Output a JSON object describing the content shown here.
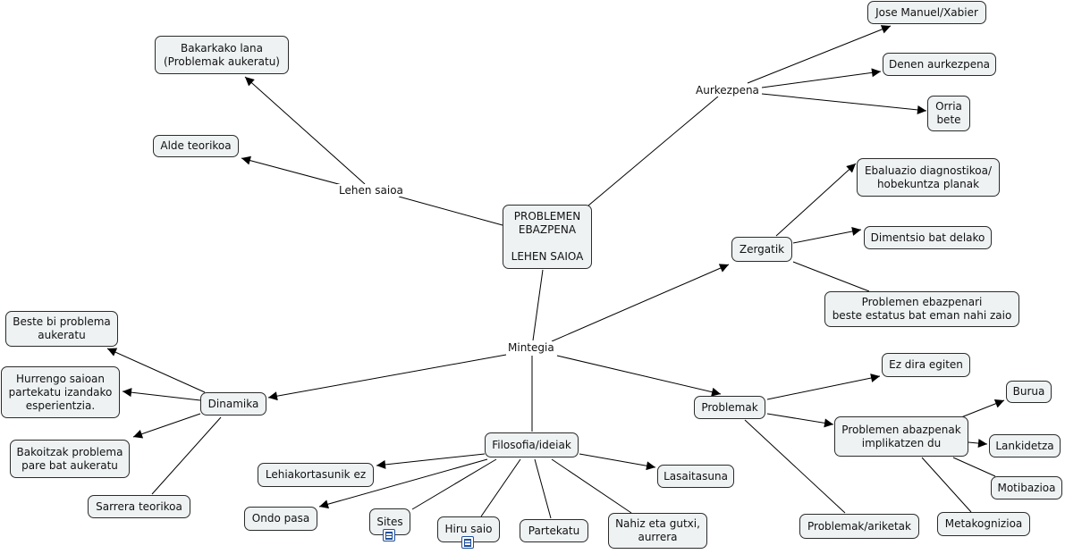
{
  "diagram": {
    "center": "PROBLEMEN\nEBAZPENA\n\nLEHEN SAIOA",
    "lehen_saioa": {
      "label": "Lehen saioa",
      "bakarkako": "Bakarkako lana\n(Problemak aukeratu)",
      "alde_teorikoa": "Alde teorikoa"
    },
    "aurkezpena": {
      "label": "Aurkezpena",
      "jose": "Jose Manuel/Xabier",
      "denen": "Denen aurkezpena",
      "orria": "Orria\nbete"
    },
    "mintegia": "Mintegia",
    "zergatik": {
      "label": "Zergatik",
      "ebaluazio": "Ebaluazio diagnostikoa/\nhobekuntza planak",
      "dimentsio": "Dimentsio bat delako",
      "estatus": "Problemen ebazpenari\nbeste estatus bat eman nahi zaio"
    },
    "problemak": {
      "label": "Problemak",
      "ez_dira": "Ez dira egiten",
      "abazpenak": "Problemen abazpenak\nimplikatzen du",
      "burua": "Burua",
      "lankidetza": "Lankidetza",
      "motibazioa": "Motibazioa",
      "metakognizioa": "Metakognizioa",
      "ariketak": "Problemak/ariketak"
    },
    "dinamika": {
      "label": "Dinamika",
      "beste_bi": "Beste bi problema\naukeratu",
      "hurrengo": "Hurrengo saioan\npartekatu izandako\nesperientzia.",
      "bakoitzak": "Bakoitzak problema\npare bat aukeratu",
      "sarrera": "Sarrera teorikoa"
    },
    "filosofia": {
      "label": "Filosofia/ideiak",
      "lehiakortasunik": "Lehiakortasunik ez",
      "ondo_pasa": "Ondo pasa",
      "sites": "Sites",
      "hiru_saio": "Hiru saio",
      "partekatu": "Partekatu",
      "nahiz": "Nahiz eta gutxi,\naurrera",
      "lasaitasuna": "Lasaitasuna"
    },
    "icons": {
      "resource": "document-icon"
    },
    "colors": {
      "node_fill": "#eef2f3",
      "node_border": "#2b2b2b",
      "line": "#000000",
      "icon": "#1d4f9a"
    }
  }
}
